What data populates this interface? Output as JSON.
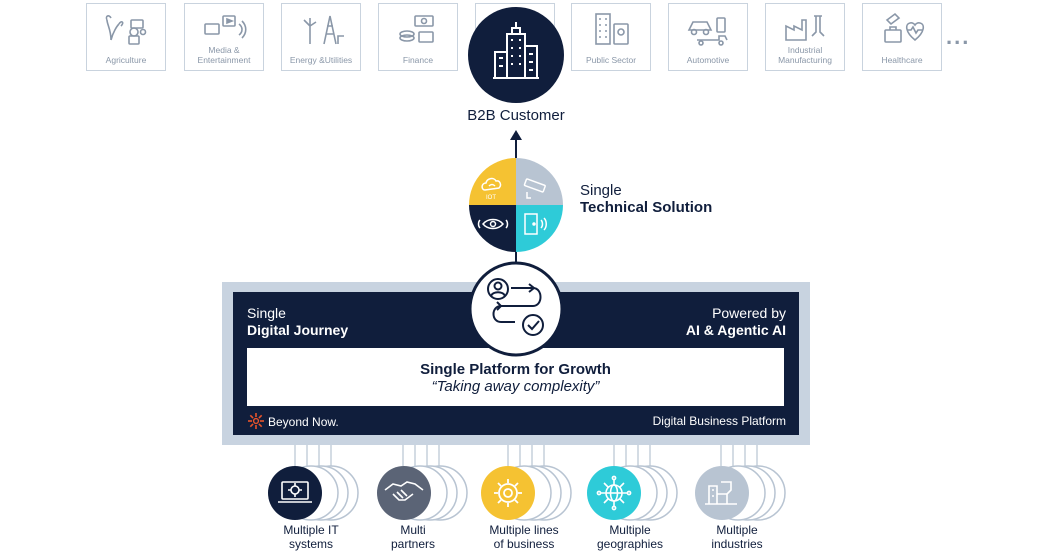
{
  "industries": [
    {
      "label": "Agriculture",
      "icon": "agriculture-icon"
    },
    {
      "label": "Media & Entertainment",
      "icon": "media-entertainment-icon"
    },
    {
      "label": "Energy &Utilities",
      "icon": "energy-utilities-icon"
    },
    {
      "label": "Finance",
      "icon": "finance-icon"
    },
    {
      "label": "",
      "icon": "hidden-industry"
    },
    {
      "label": "Public Sector",
      "icon": "public-sector-icon"
    },
    {
      "label": "Automotive",
      "icon": "automotive-icon"
    },
    {
      "label": "Industrial Manufacturing",
      "icon": "industrial-manufacturing-icon"
    },
    {
      "label": "Healthcare",
      "icon": "healthcare-icon"
    }
  ],
  "more_indicator": "...",
  "customer": {
    "label": "B2B Customer",
    "icon": "building-icon"
  },
  "technical": {
    "line1": "Single",
    "line2": "Technical Solution",
    "quadrants": [
      {
        "icon": "iot-cloud-icon",
        "color": "#f5c232"
      },
      {
        "icon": "security-camera-icon",
        "color": "#b8c4d2"
      },
      {
        "icon": "eye-sensor-icon",
        "color": "#101e3c"
      },
      {
        "icon": "door-access-icon",
        "color": "#2ecbd8"
      }
    ],
    "iot_label": "IOT"
  },
  "platform": {
    "left_line1": "Single",
    "left_line2": "Digital Journey",
    "right_line1": "Powered by",
    "right_line2": "AI & Agentic AI",
    "title": "Single Platform for Growth",
    "subtitle": "“Taking away complexity”",
    "brand": "Beyond Now.",
    "footer_right": "Digital Business Platform",
    "journey_icon": "user-journey-icon"
  },
  "bottom": [
    {
      "line1": "Multiple IT",
      "line2": "systems",
      "color": "#101e3c",
      "icon": "it-systems-icon"
    },
    {
      "line1": "Multi",
      "line2": "partners",
      "color": "#5b6476",
      "icon": "handshake-icon"
    },
    {
      "line1": "Multiple lines",
      "line2": "of business",
      "color": "#f5c232",
      "icon": "gear-icon"
    },
    {
      "line1": "Multiple",
      "line2": "geographies",
      "color": "#2ecbd8",
      "icon": "globe-network-icon"
    },
    {
      "line1": "Multiple",
      "line2": "industries",
      "color": "#b8c4d2",
      "icon": "factory-icon"
    }
  ],
  "colors": {
    "navy": "#101e3c",
    "yellow": "#f5c232",
    "teal": "#2ecbd8",
    "gray": "#b8c4d2",
    "frame": "#c8d3e0",
    "tile_border": "#c9d3de",
    "tile_text": "#8a97a8",
    "brand_orange": "#e8542b"
  }
}
